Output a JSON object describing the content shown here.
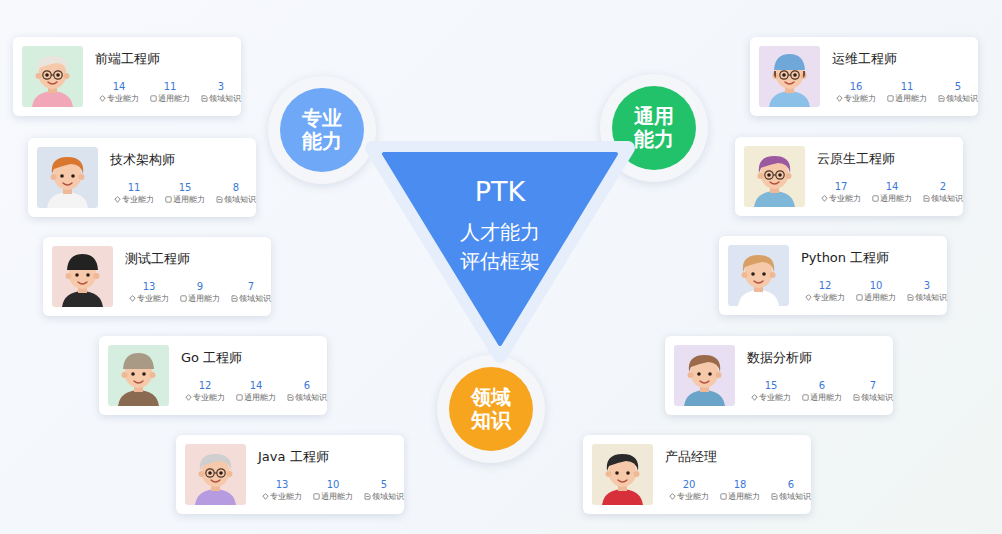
{
  "diagram": {
    "nodes": [
      {
        "text": [
          "前端工程师",
          "14",
          "专业能力",
          "11",
          "通用能力",
          "3",
          "领域知识"
        ]
      },
      {
        "text": [
          "专业 能力"
        ]
      },
      {
        "text": [
          "通用 能力"
        ]
      },
      {
        "text": [
          "运维工程师",
          "16",
          "专业能力",
          "11",
          "通用能力",
          "5",
          "领域知识"
        ]
      },
      {
        "text": [
          "技术架构师",
          "11",
          "专业能力",
          "15",
          "通用能力",
          "8",
          "领域知识"
        ]
      },
      {
        "text": [
          "云原生工程师",
          "17",
          "专业能力",
          "14",
          "通用能力",
          "2",
          "领域知识"
        ]
      },
      {
        "text": [
          "PTK",
          "人才能力 评估框架"
        ]
      },
      {
        "text": [
          "测试工程师",
          "13",
          "专业能力",
          "9",
          "通用能力",
          "7",
          "领域知识"
        ]
      },
      {
        "text": [
          "Python 工程师",
          "12",
          "专业能力",
          "10",
          "通用能力",
          "3",
          "领域知识"
        ]
      },
      {
        "text": [
          "Go 工程师",
          "12",
          "专业能力",
          "14",
          "通用能力",
          "6",
          "领域知识"
        ]
      },
      {
        "text": [
          "数据分析师",
          "15",
          "专业能力",
          "6",
          "通用能力",
          "7",
          "领域知识"
        ]
      },
      {
        "text": [
          "领域 知识"
        ]
      },
      {
        "text": [
          "Java 工程师",
          "13",
          "专业能力",
          "10",
          "通用能力",
          "5",
          "领域知识"
        ]
      },
      {
        "text": [
          "产品经理",
          "20",
          "专业能力",
          "18",
          "通用能力",
          "6",
          "领域知识"
        ]
      }
    ]
  }
}
